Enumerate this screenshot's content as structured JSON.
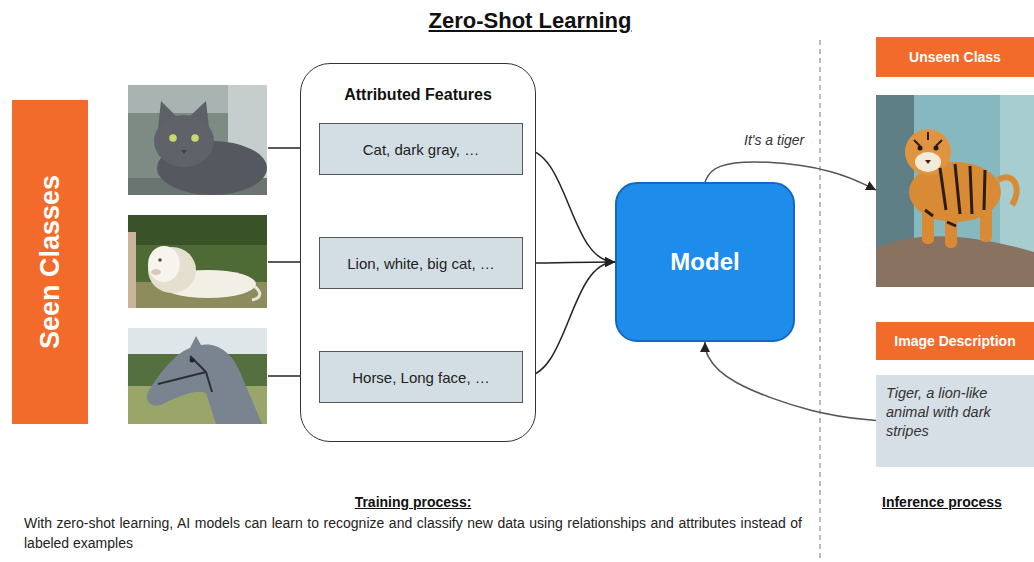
{
  "diagram": {
    "title": "Zero-Shot Learning",
    "nodes": [
      {
        "text": [
          "Seen Classes"
        ]
      },
      {
        "text": [
          "Attributed Features"
        ]
      },
      {
        "text": [
          "Cat, dark gray, …"
        ],
        "in": 1
      },
      {
        "text": [
          "Lion, white, big cat, …"
        ],
        "in": 1
      },
      {
        "text": [
          "Horse, Long face, …"
        ],
        "in": 1
      },
      {
        "text": [
          "Model"
        ]
      },
      {
        "text": [
          "Unseen Class"
        ]
      },
      {
        "text": [
          "Image Description",
          "Tiger, a lion-like animal with dark stripes"
        ]
      }
    ],
    "edges": [
      {
        "from": 2,
        "to": 5,
        "arrow": "to"
      },
      {
        "from": 3,
        "to": 5,
        "arrow": "to"
      },
      {
        "from": 4,
        "to": 5,
        "arrow": "to"
      },
      {
        "from": 5,
        "to": 6,
        "label": "It's a tiger",
        "arrow": "to"
      },
      {
        "from": 7,
        "to": 5,
        "arrow": "to"
      }
    ],
    "labels": [
      "Training process:",
      "With zero-shot learning, AI models can learn to recognize and classify new data using relationships and attributes instead of labeled examples",
      "Inference process"
    ]
  }
}
